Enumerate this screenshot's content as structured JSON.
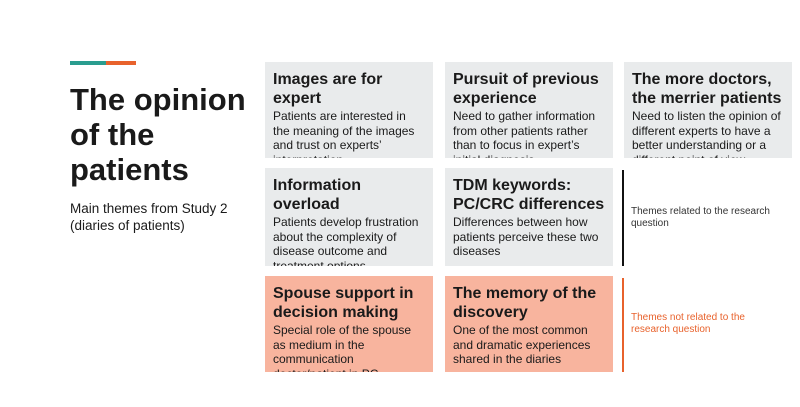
{
  "title": "The opinion of the patients",
  "subtitle": "Main themes from Study 2 (diaries of patients)",
  "colors": {
    "accent_teal": "#2a9d8f",
    "accent_orange": "#e8622c",
    "card_grey": "#e9ebec",
    "card_salmon": "#f8b49e"
  },
  "themes": [
    {
      "title": "Images are for expert",
      "text": "Patients are interested in the meaning of the images and trust on experts’ interpretation"
    },
    {
      "title": "Pursuit of previous experience",
      "text": "Need to gather information from other patients rather than to focus in expert’s initial diagnosis"
    },
    {
      "title": "The more doctors, the merrier patients",
      "text": "Need to listen the opinion of different experts to have a better understanding or a different point of view"
    },
    {
      "title": "Information overload",
      "text": "Patients develop frustration about the complexity of disease outcome and treatment options"
    },
    {
      "title": "TDM keywords: PC/CRC differences",
      "text": "Differences between how patients perceive these two diseases"
    },
    {
      "title": "Spouse support in decision making",
      "text": "Special role of the spouse as medium in the communication doctor/patient in PC"
    },
    {
      "title": "The memory of the discovery",
      "text": "One of the most common and dramatic  experiences shared in the diaries"
    }
  ],
  "legend": {
    "related": "Themes related to the research question",
    "not_related": "Themes not related to the research question"
  }
}
